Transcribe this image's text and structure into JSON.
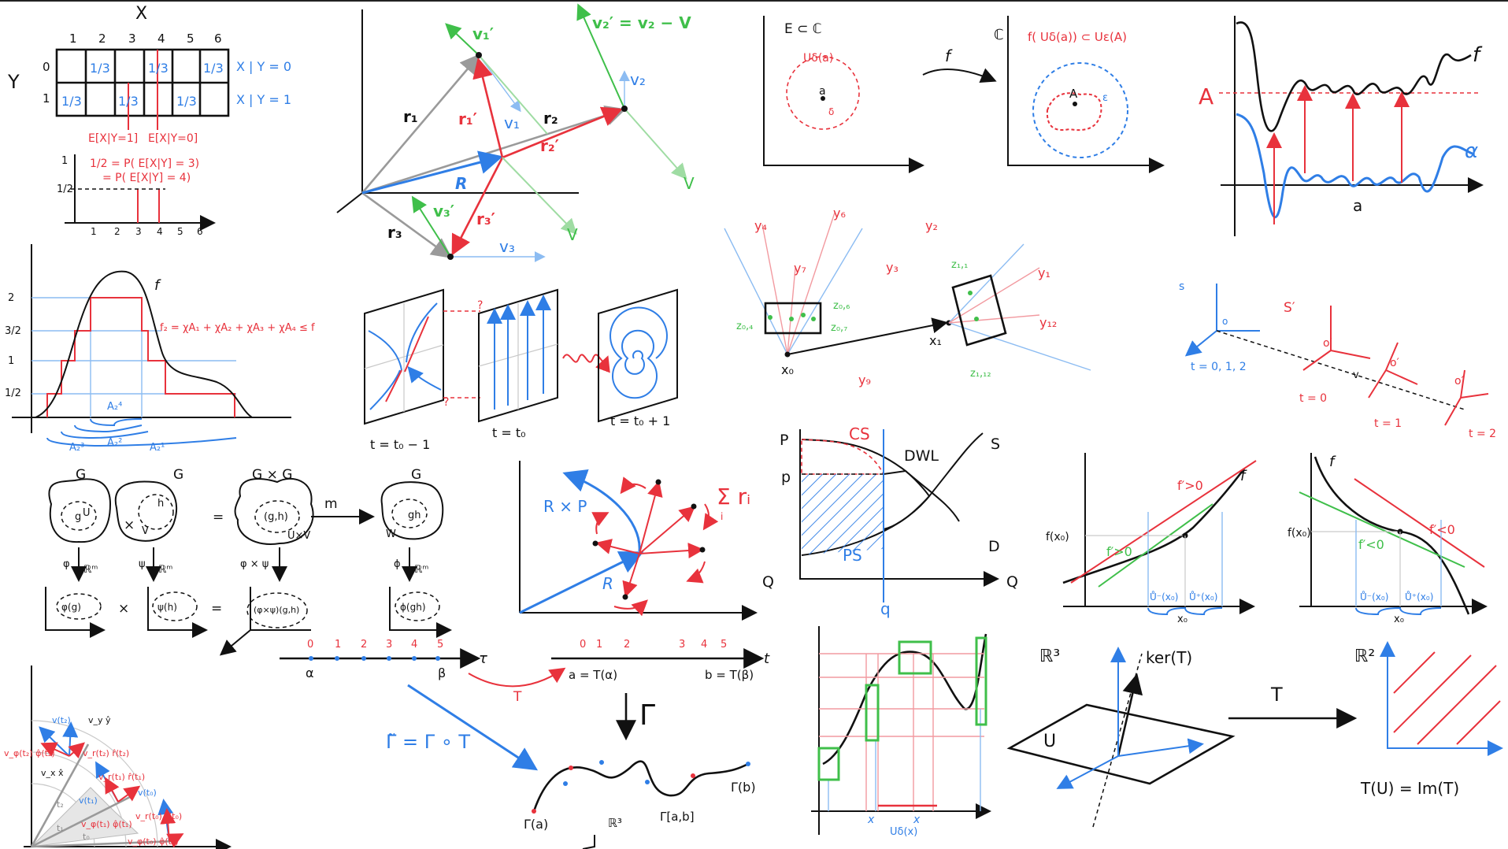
{
  "panel_table": {
    "x_header": "X",
    "y_header": "Y",
    "x_ticks": [
      "1",
      "2",
      "3",
      "4",
      "5",
      "6"
    ],
    "y_ticks": [
      "0",
      "1"
    ],
    "row0_cells": [
      "",
      "1/3",
      "",
      "1/3",
      "",
      "1/3"
    ],
    "row1_cells": [
      "1/3",
      "",
      "1/3",
      "",
      "1/3",
      ""
    ],
    "cond0": "X | Y = 0",
    "cond1": "X | Y = 1",
    "e1": "E[X|Y=1]",
    "e0": "E[X|Y=0]",
    "prob_line1": "1/2 = P( E[X|Y] = 3)",
    "prob_line2": "= P( E[X|Y] = 4)",
    "y_one": "1",
    "y_half": "1/2",
    "axis_ticks": [
      "1",
      "2",
      "3",
      "4",
      "5",
      "6"
    ]
  },
  "panel_vectors": {
    "r1": "r₁",
    "r2": "r₂",
    "r3": "r₃",
    "R": "R",
    "r1p": "r₁′",
    "r2p": "r₂′",
    "r3p": "r₃′",
    "v1p": "v₁′",
    "v2p": "v₂′ = v₂ − V",
    "v3p": "v₃′",
    "v1": "v₁",
    "v2": "v₂",
    "v3": "v₃",
    "V": "V"
  },
  "panel_ecc": {
    "left_label": "E ⊂ ℂ",
    "ball": "Uδ(a)",
    "a": "a",
    "delta": "δ",
    "f_arrow": "f",
    "right_C": "ℂ",
    "right_title": "f( Uδ(a)) ⊂ Uε(A)",
    "A": "A",
    "eps": "ε"
  },
  "panel_limit": {
    "A": "A",
    "f": "f",
    "alpha": "α",
    "a": "a"
  },
  "panel_lebesgue": {
    "y_ticks": [
      "2",
      "3/2",
      "1",
      "1/2"
    ],
    "f": "f",
    "formula": "f₂ = χA₁ + χA₂ + χA₃ + χA₄ ≤ f",
    "a4": "A₂⁴",
    "a3": "A₂³",
    "a2": "A₂²",
    "a1": "A₂¹"
  },
  "panel_flows": {
    "t1": "t = t₀ − 1",
    "t2": "t = t₀",
    "t3": "t = t₀ + 1",
    "q1": "?",
    "q2": "?"
  },
  "panel_clusters": {
    "y4": "y₄",
    "y6": "y₆",
    "y7": "y₇",
    "y2": "y₂",
    "y3": "y₃",
    "y1": "y₁",
    "y12": "y₁₂",
    "y9": "y₉",
    "z06": "z₀,₆",
    "z04": "z₀,₄",
    "z07": "z₀,₇",
    "z11": "z₁,₁",
    "z112": "z₁,₁₂",
    "x0": "x₀",
    "x1": "x₁"
  },
  "panel_frames": {
    "s": "s",
    "o": "o",
    "times": "t = 0, 1, 2",
    "sp": "S′",
    "op": "o′",
    "v": "v",
    "t0": "t = 0",
    "t1": "t = 1",
    "t2": "t = 2"
  },
  "panel_lie": {
    "G": "G",
    "GxG": "G × G",
    "U": "U",
    "V": "V",
    "UxV": "U×V",
    "W": "W",
    "g": "g",
    "h": "h",
    "gh": "(g,h)",
    "ghp": "gh",
    "times": "×",
    "eq": "=",
    "m": "m",
    "phi": "φ",
    "psi": "ψ",
    "phixpsi": "φ × ψ",
    "Phi": "ϕ",
    "R": "ℝᵐ",
    "phig": "φ(g)",
    "psih": "ψ(h)",
    "pp": "(φ×ψ)(g,h)",
    "phigh": "ϕ(gh)"
  },
  "panel_momentum": {
    "RxP": "R × P",
    "R": "R",
    "sum": "Σ rᵢ",
    "sub": "i"
  },
  "panel_surplus": {
    "P": "P",
    "p": "p",
    "CS": "CS",
    "PS": "PS",
    "DWL": "DWL",
    "S": "S",
    "D": "D",
    "Q": "Q",
    "Q0": "Q",
    "q": "q"
  },
  "panel_convex": {
    "f": "f",
    "fx0": "f(x₀)",
    "fpos": "f′>0",
    "fpos2": "f′>0",
    "u1": "Ů⁻(x₀)",
    "u2": "Ů⁺(x₀)",
    "x0": "x₀"
  },
  "panel_concave": {
    "f": "f",
    "fx0": "f(x₀)",
    "fneg": "f′<0",
    "fneg2": "f′<0",
    "u1": "Ů⁻(x₀)",
    "u2": "Ů⁺(x₀)",
    "x0": "x₀"
  },
  "panel_polar": {
    "vt2": "v(t₂)",
    "vyy": "v_y ŷ",
    "vxx": "v_x x̂",
    "vt1": "v(t₁)",
    "vt0": "v(t₀)",
    "vrt2": "v_r(t₂) r̂(t₂)",
    "vrt1": "v_r(t₁) r̂(t₁)",
    "vrt0": "v_r(t₀) r̂(t₀)",
    "vpt2": "v_φ(t₂) φ̂(t₂)",
    "vpt1": "v_φ(t₁) φ̂(t₁)",
    "vpt0": "v_φ(t₀) φ̂(t₀)",
    "t1": "t₁",
    "t2": "t₂",
    "t0": "t₀"
  },
  "panel_param": {
    "tau": "τ",
    "t": "t",
    "alpha": "α",
    "beta": "β",
    "ticks": [
      "0",
      "1",
      "2",
      "3",
      "4",
      "5"
    ],
    "a": "a = T(α)",
    "b": "b = T(β)",
    "T": "T",
    "bigT": "Γ",
    "comp": "Γ̃ = Γ ∘ T",
    "Ta": "Γ(a)",
    "Tb": "Γ(b)",
    "Tab": "Γ[a,b]",
    "R3": "ℝ³"
  },
  "panel_cover": {
    "x": "x",
    "ball": "Uδ(x)"
  },
  "panel_kernel": {
    "R3": "ℝ³",
    "ker": "ker(T)",
    "U": "U",
    "T": "T",
    "R2": "ℝ²",
    "img": "T(U) = Im(T)"
  }
}
